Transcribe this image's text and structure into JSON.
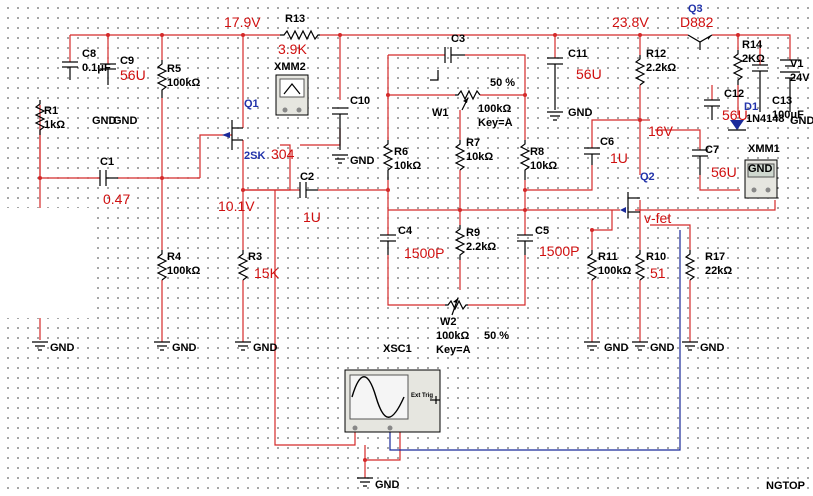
{
  "components": {
    "R1": {
      "ref": "R1",
      "value": "1kΩ"
    },
    "R3": {
      "ref": "R3"
    },
    "R4": {
      "ref": "R4",
      "value": "100kΩ"
    },
    "R5": {
      "ref": "R5",
      "value": "100kΩ"
    },
    "R6": {
      "ref": "R6",
      "value": "10kΩ"
    },
    "R7": {
      "ref": "R7",
      "value": "10kΩ"
    },
    "R8": {
      "ref": "R8",
      "value": "10kΩ"
    },
    "R9": {
      "ref": "R9",
      "value": "2.2kΩ"
    },
    "R10": {
      "ref": "R10"
    },
    "R11": {
      "ref": "R11",
      "value": "100kΩ"
    },
    "R12": {
      "ref": "R12",
      "value": "2.2kΩ"
    },
    "R13": {
      "ref": "R13"
    },
    "R14": {
      "ref": "R14",
      "value": "2KΩ"
    },
    "R17": {
      "ref": "R17",
      "value": "22kΩ"
    },
    "C1": {
      "ref": "C1"
    },
    "C2": {
      "ref": "C2"
    },
    "C3": {
      "ref": "C3"
    },
    "C4": {
      "ref": "C4"
    },
    "C5": {
      "ref": "C5"
    },
    "C6": {
      "ref": "C6"
    },
    "C7": {
      "ref": "C7"
    },
    "C8": {
      "ref": "C8",
      "value": "0.1μF"
    },
    "C9": {
      "ref": "C9"
    },
    "C10": {
      "ref": "C10"
    },
    "C11": {
      "ref": "C11"
    },
    "C12": {
      "ref": "C12"
    },
    "C13": {
      "ref": "C13",
      "value": "100μF"
    },
    "Q1": {
      "ref": "Q1"
    },
    "Q2": {
      "ref": "Q2"
    },
    "Q3": {
      "ref": "Q3"
    },
    "D1": {
      "ref": "D1",
      "value": "1N4148"
    },
    "V1": {
      "ref": "V1",
      "value": "24V"
    },
    "W1": {
      "ref": "W1",
      "value": "100kΩ",
      "key": "Key=A",
      "percent": "50 %"
    },
    "W2": {
      "ref": "W2",
      "value": "100kΩ",
      "key": "Key=A",
      "percent": "50 %"
    },
    "XMM1": {
      "ref": "XMM1"
    },
    "XMM2": {
      "ref": "XMM2"
    },
    "XSC1": {
      "ref": "XSC1",
      "trig": "Ext Trig"
    }
  },
  "gnd_label": "GND",
  "annotations": {
    "v17_9": "17.9V",
    "v23_8": "23.8V",
    "d882": "D882",
    "r13_val": "3.9K",
    "c9_val": "56U",
    "c11_val": "56U",
    "q1_2sk": "2SK",
    "xmm2_304": "304",
    "c1_val": "0.47",
    "v10_1": "10.1V",
    "c2_val": "1U",
    "c4_val": "1500P",
    "c5_val": "1500P",
    "r3_val": "15K",
    "v16": "16V",
    "c6_val": "1U",
    "c12_val": "56U",
    "c7_val": "56U",
    "vfet": "v-fet",
    "r10_val": "51"
  },
  "footer": "NGTOP"
}
